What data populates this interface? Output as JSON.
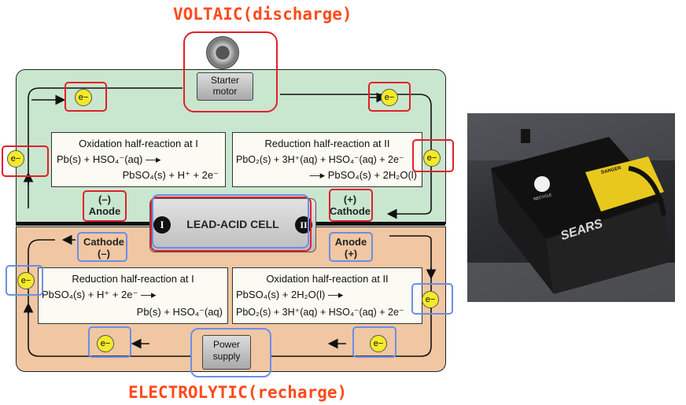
{
  "voltaic_title": "VOLTAIC(discharge)",
  "electrolytic_title": "ELECTROLYTIC(recharge)",
  "starter_motor": "Starter\nmotor",
  "power_supply": "Power\nsupply",
  "cell_label": "LEAD-ACID CELL",
  "electrode_I": "I",
  "electrode_II": "II",
  "electron": "e−",
  "top": {
    "left_electrode": "(–)\nAnode",
    "right_electrode": "(+)\nCathode",
    "left_reaction": {
      "heading": "Oxidation half-reaction at I",
      "line1": "Pb(s) + HSO₄⁻(aq) —▸",
      "line2": "PbSO₄(s) + H⁺ + 2e⁻"
    },
    "right_reaction": {
      "heading": "Reduction half-reaction at II",
      "line1": "PbO₂(s) + 3H⁺(aq) + HSO₄⁻(aq) + 2e⁻",
      "line2": "—▸ PbSO₄(s) + 2H₂O(l)"
    }
  },
  "bottom": {
    "left_electrode": "Cathode\n(–)",
    "right_electrode": "Anode\n(+)",
    "left_reaction": {
      "heading": "Reduction half-reaction at I",
      "line1": "PbSO₄(s) + H⁺ + 2e⁻ —▸",
      "line2": "Pb(s) + HSO₄⁻(aq)"
    },
    "right_reaction": {
      "heading": "Oxidation half-reaction at II",
      "line1": "PbSO₄(s) + 2H₂O(l) —▸",
      "line2": "PbO₂(s) + 3H⁺(aq) + HSO₄⁻(aq) + 2e⁻"
    }
  },
  "photo": {
    "brand": "SEARS",
    "warning": "DANGER",
    "recycle_text": "RECYCLE"
  },
  "colors": {
    "title": "#ff4a1c",
    "voltaic_panel": "#c9e6cf",
    "electrolytic_panel": "#f0c7a2",
    "highlight_red": "#e0202a",
    "highlight_blue": "#6b8ee8"
  }
}
